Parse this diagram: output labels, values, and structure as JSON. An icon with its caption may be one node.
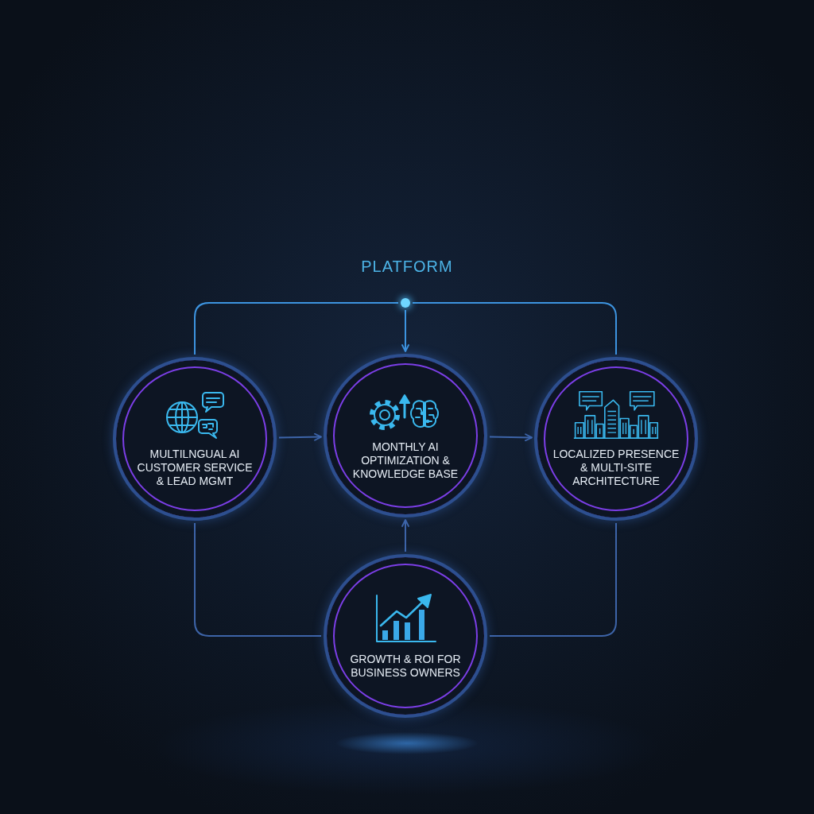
{
  "diagram": {
    "title": "PLATFORM",
    "nodes": [
      {
        "text": [],
        "shape": "circle"
      },
      {
        "text": [
          "MULTILNGUAL AI CUSTOMER SERVICE & LEAD MGMT"
        ]
      },
      {
        "text": [
          "MONTHLY AI OPTIMIZATION & KNOWLEDGE BASE"
        ]
      },
      {
        "text": [
          "LOCALIZED PRESENCE & MULTI-SITE ARCHITECTURE"
        ]
      },
      {
        "text": [
          "GROWTH & ROI FOR BUSINESS OWNERS"
        ]
      }
    ],
    "edges": [
      {
        "from": 1,
        "to": 0,
        "arrow": "none",
        "color": "#3d94e0"
      },
      {
        "from": 3,
        "to": 0,
        "arrow": "none",
        "color": "#3d94e0"
      },
      {
        "from": 0,
        "to": 2,
        "arrow": "to",
        "color": "#3d94e0"
      },
      {
        "from": 1,
        "to": 2,
        "arrow": "to"
      },
      {
        "from": 2,
        "to": 3,
        "arrow": "to"
      },
      {
        "from": 4,
        "to": 2,
        "arrow": "to"
      },
      {
        "from": 1,
        "to": 4,
        "arrow": "none"
      },
      {
        "from": 4,
        "to": 3,
        "arrow": "none"
      }
    ]
  }
}
